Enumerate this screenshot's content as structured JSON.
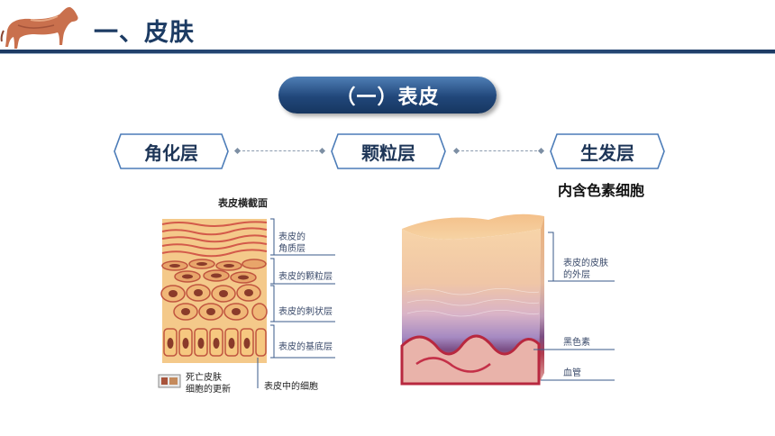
{
  "header": {
    "title": "一、皮肤",
    "logo_icon": "horse-anatomy-icon"
  },
  "section": {
    "title": "（一）表皮"
  },
  "layers": {
    "items": [
      {
        "label": "角化层"
      },
      {
        "label": "颗粒层"
      },
      {
        "label": "生发层"
      }
    ],
    "note": "内含色素细胞"
  },
  "left_figure": {
    "title": "表皮横截面",
    "labels": {
      "stratum_corneum": "表皮的\n角质层",
      "granular": "表皮的颗粒层",
      "spinous": "表皮的刺状层",
      "basal": "表皮的基底层",
      "dead_cells": "死亡皮肤\n细胞的更新",
      "cells": "表皮中的细胞"
    }
  },
  "right_figure": {
    "labels": {
      "outer_layer": "表皮的皮肤\n的外层",
      "melanin": "黑色素",
      "vessel": "血管"
    }
  },
  "colors": {
    "brand_navy": "#1c3b63",
    "pill_blue": "#21477a",
    "tag_border": "#4c7cb8"
  }
}
